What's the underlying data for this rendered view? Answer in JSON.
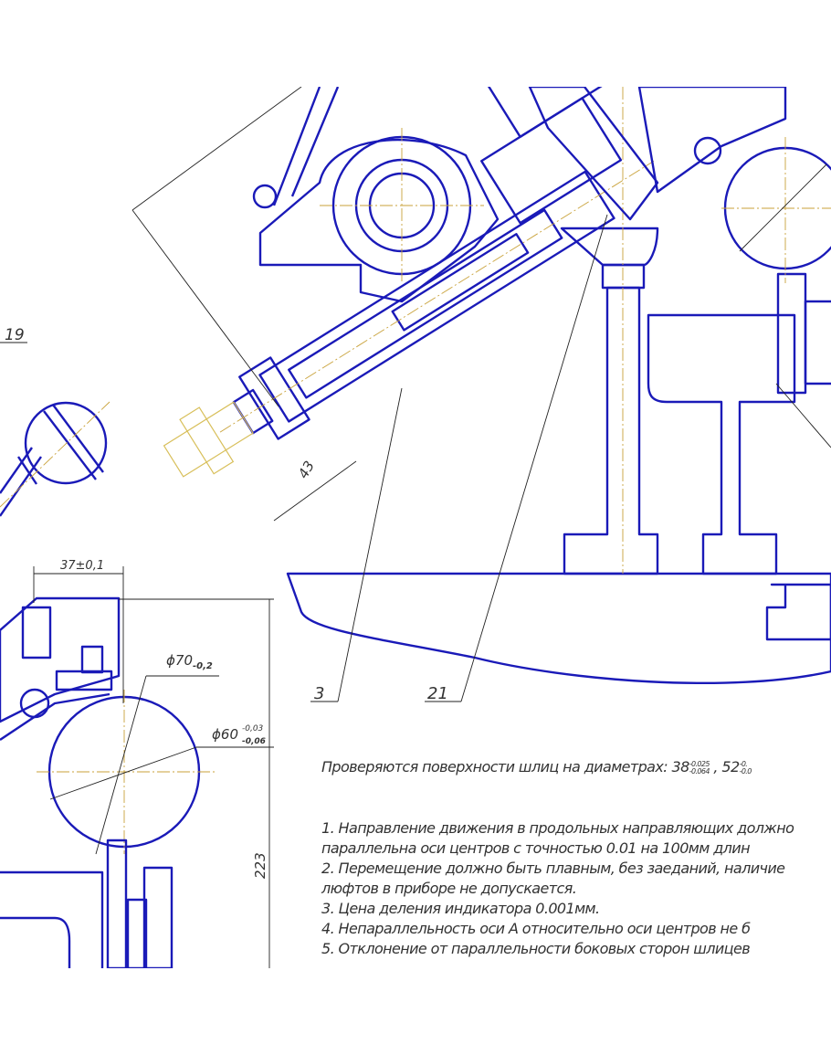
{
  "drawing": {
    "callouts": {
      "part_19": "19",
      "part_3": "3",
      "part_21": "21"
    },
    "dimensions": {
      "length_43": "43",
      "width_37": "37±0,1",
      "dia_70": "ϕ70",
      "dia_70_tol": "-0,2",
      "dia_60": "ϕ60",
      "dia_60_tol_upper": "-0,03",
      "dia_60_tol_lower": "-0,06",
      "height_223": "223"
    },
    "colors": {
      "outline": "#1a1ab8",
      "axis": "#c9a23a",
      "dimension": "#222222"
    }
  },
  "notes": {
    "heading": "Проверяются поверхности шлиц на диаметрах: 38",
    "heading_tol_upper": "-0.025",
    "heading_tol_lower": "-0.064",
    "heading_sep": " , 52",
    "heading_tol2_upper": "-0.",
    "heading_tol2_lower": "-0.0",
    "items": [
      "1. Направление движения в продольных направляющих должно",
      "   параллельна оси центров с точностью 0.01 на 100мм длин",
      "2. Перемещение должно быть плавным, без заеданий, наличие",
      "   люфтов в приборе не допускается.",
      "3. Цена деления индикатора 0.001мм.",
      "4. Непараллельность оси А относительно оси центров не б",
      "5. Отклонение от параллельности боковых сторон шлицев"
    ]
  }
}
